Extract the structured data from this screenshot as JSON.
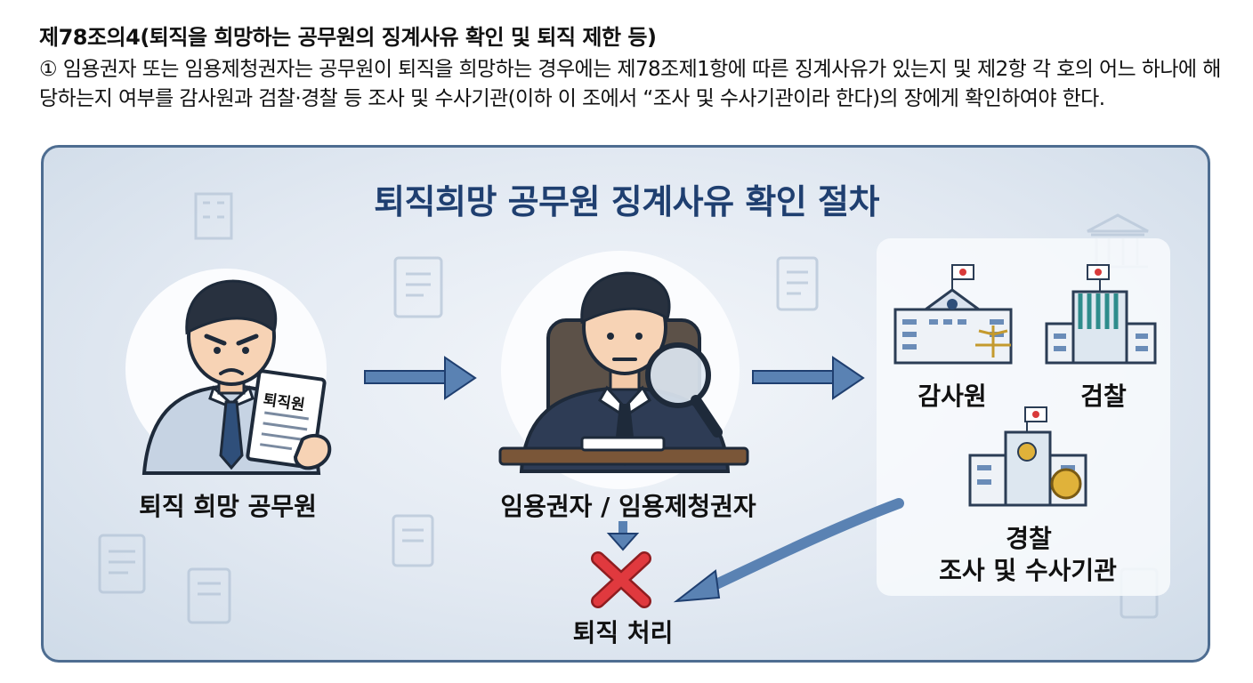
{
  "article": {
    "heading": "제78조의4(퇴직을 희망하는 공무원의 징계사유 확인 및 퇴직 제한 등)",
    "paragraph": "① 임용권자 또는 임용제청권자는 공무원이 퇴직을 희망하는 경우에는 제78조제1항에 따른 징계사유가 있는지 및 제2항 각 호의 어느 하나에 해당하는지 여부를 감사원과 검찰·경찰 등 조사 및 수사기관(이하 이 조에서 “조사 및 수사기관이라 한다)의 장에게 확인하여야 한다."
  },
  "diagram": {
    "title": "퇴직희망 공무원 징계사유 확인 절차",
    "employee_label": "퇴직 희망 공무원",
    "document_text": "퇴직원",
    "authority_label": "임용권자 / 임용제청권자",
    "agency_audit": "감사원",
    "agency_prosecution": "검찰",
    "agency_police_line1": "경찰",
    "agency_police_line2": "조사 및 수사기관",
    "result_label": "퇴직 처리",
    "colors": {
      "accent": "#1f3f70",
      "arrow": "#4a74a8",
      "reject": "#e0393e",
      "border": "#4e6d91"
    }
  }
}
